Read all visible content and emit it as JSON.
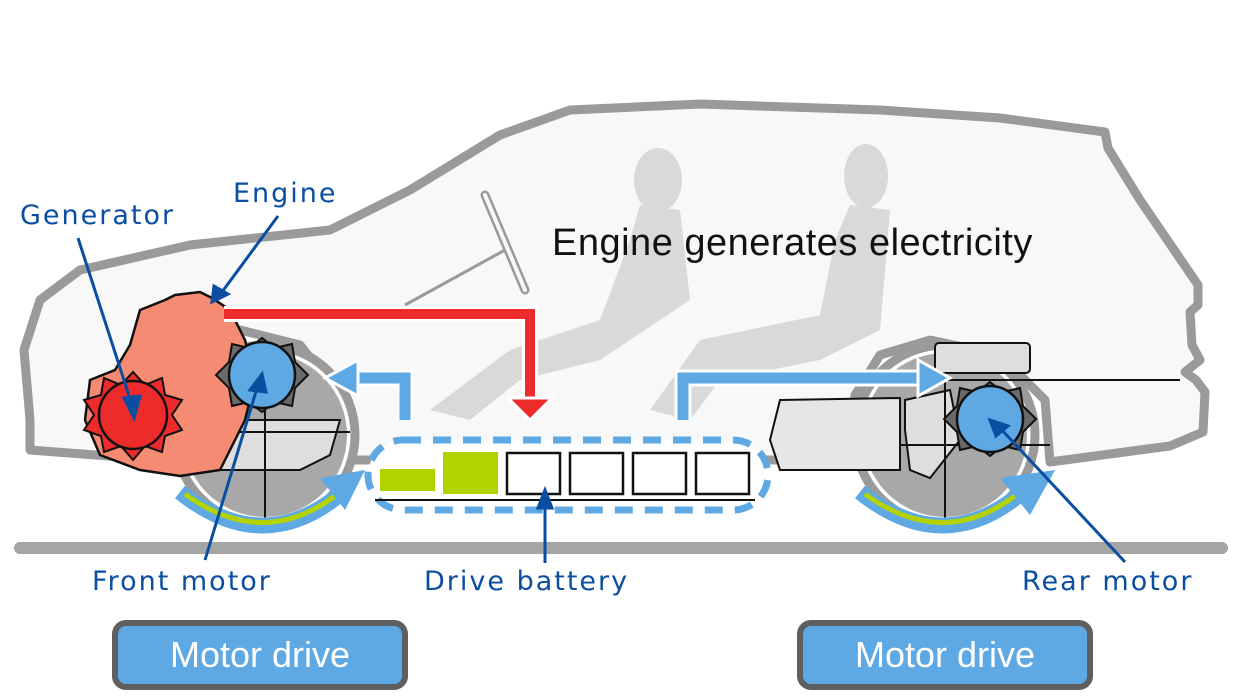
{
  "title": "Engine generates electricity",
  "labels": {
    "generator": "Generator",
    "engine": "Engine",
    "front_motor": "Front motor",
    "drive_battery": "Drive battery",
    "rear_motor": "Rear motor"
  },
  "badges": {
    "front": "Motor drive",
    "rear": "Motor drive"
  },
  "colors": {
    "label_blue": "#0a4ea1",
    "flow_red": "#ee2b2b",
    "flow_blue": "#5ea9e4",
    "engine_salmon": "#f58b72",
    "generator_red": "#ee2b2b",
    "battery_green": "#b3d300",
    "car_outline": "#9a9a9a",
    "badge_border": "#5f5f5f"
  },
  "battery": {
    "cells_total": 6,
    "cells_charged": 2
  }
}
